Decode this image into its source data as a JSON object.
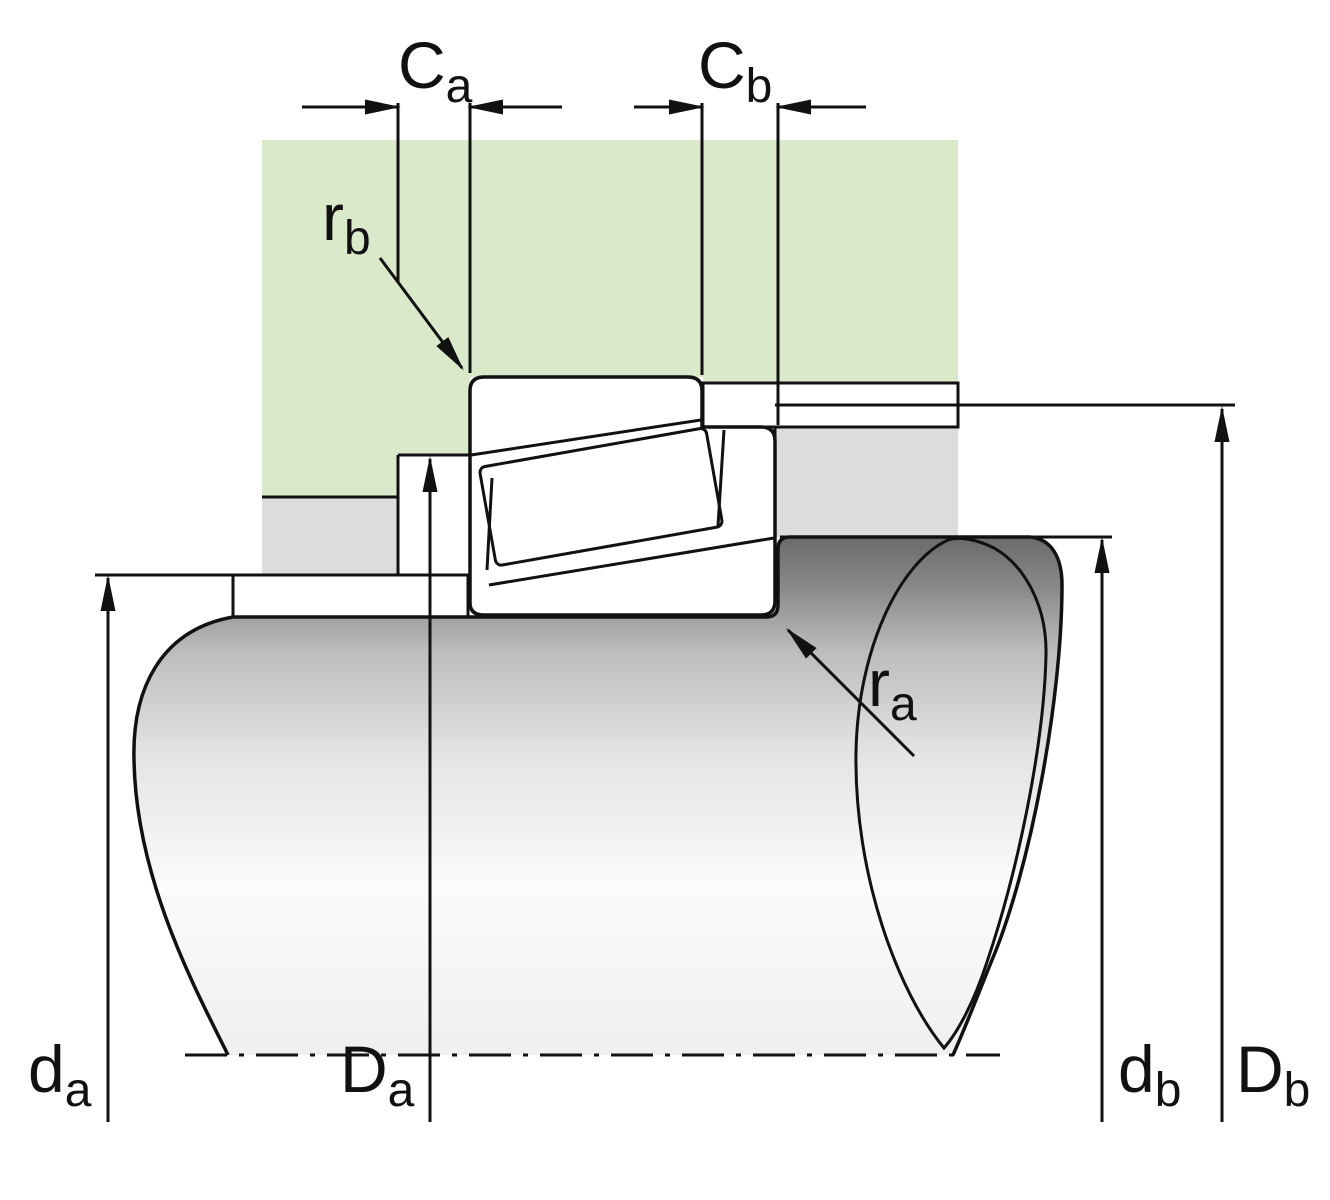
{
  "labels": {
    "c_a": {
      "main": "C",
      "sub": "a"
    },
    "c_b": {
      "main": "C",
      "sub": "b"
    },
    "r_b": {
      "main": "r",
      "sub": "b"
    },
    "r_a": {
      "main": "r",
      "sub": "a"
    },
    "d_a": {
      "main": "d",
      "sub": "a"
    },
    "D_a": {
      "main": "D",
      "sub": "a"
    },
    "d_b": {
      "main": "d",
      "sub": "b"
    },
    "D_b": {
      "main": "D",
      "sub": "b"
    }
  },
  "colors": {
    "housing_green": "#dbe9cb",
    "abutment_teal": "#56b4c4",
    "spacer_gray": "#dcdcdc",
    "bearing_gray": "#e7e7e7",
    "roller_gray": "#eeeeee",
    "line": "#111111"
  }
}
